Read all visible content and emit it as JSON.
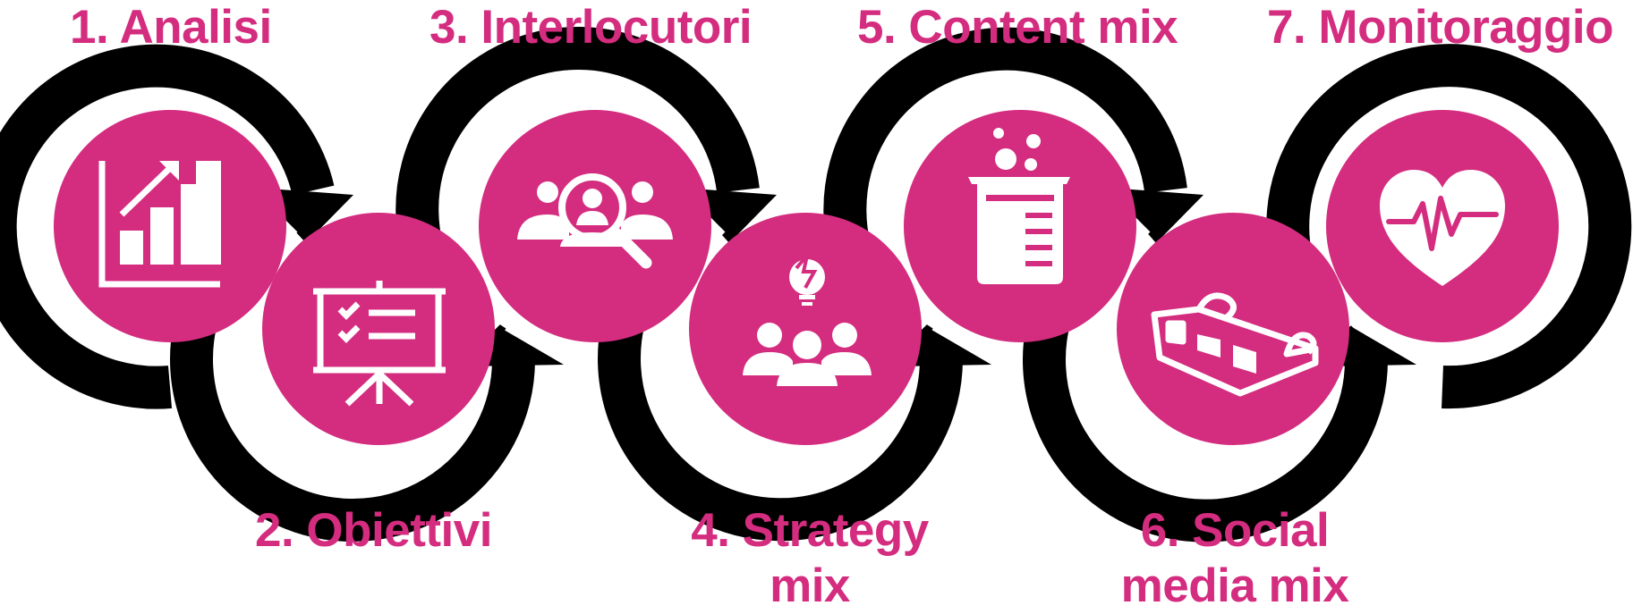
{
  "colors": {
    "accent": "#d42c7f",
    "ring": "#000000",
    "icon": "#ffffff",
    "background": "#ffffff"
  },
  "steps": [
    {
      "number": 1,
      "label": "1. Analisi",
      "icon": "bar-chart-icon"
    },
    {
      "number": 2,
      "label": "2. Obiettivi",
      "icon": "presentation-board-icon"
    },
    {
      "number": 3,
      "label": "3. Interlocutori",
      "icon": "audience-search-icon"
    },
    {
      "number": 4,
      "label_line1": "4. Strategy",
      "label_line2": "mix",
      "icon": "team-idea-icon"
    },
    {
      "number": 5,
      "label": "5. Content mix",
      "icon": "beaker-icon"
    },
    {
      "number": 6,
      "label_line1": "6. Social",
      "label_line2": "media mix",
      "icon": "3d-glasses-icon"
    },
    {
      "number": 7,
      "label": "7. Monitoraggio",
      "icon": "heartbeat-icon"
    }
  ]
}
